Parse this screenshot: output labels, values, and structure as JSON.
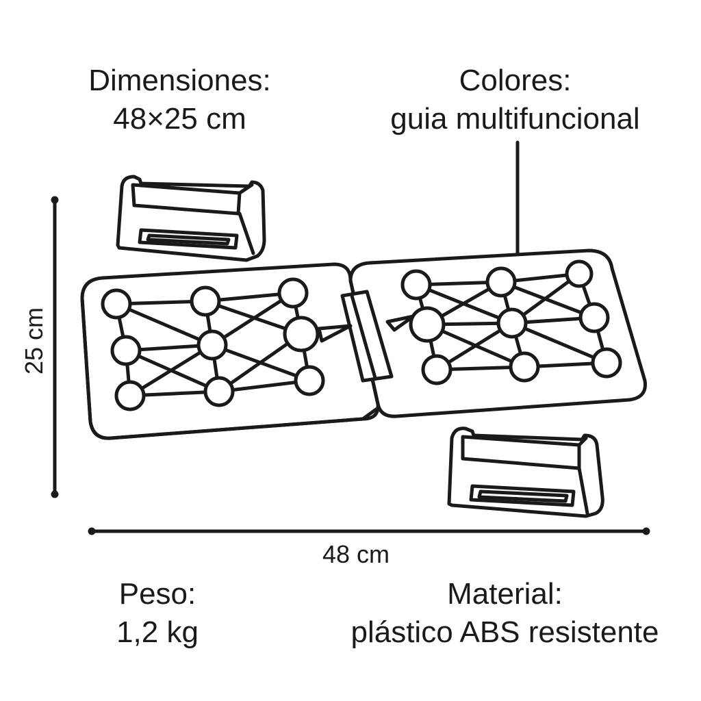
{
  "dimensions": {
    "title": "Dimensiones:",
    "value": "48×25 cm"
  },
  "colors": {
    "title": "Colores:",
    "value": "guia multifuncional"
  },
  "weight": {
    "title": "Peso:",
    "value": "1,2 kg"
  },
  "material": {
    "title": "Material:",
    "value": "plástico ABS resistente"
  },
  "width_label": "48 cm",
  "height_label": "25 cm",
  "line_color": "#1a1a1a"
}
